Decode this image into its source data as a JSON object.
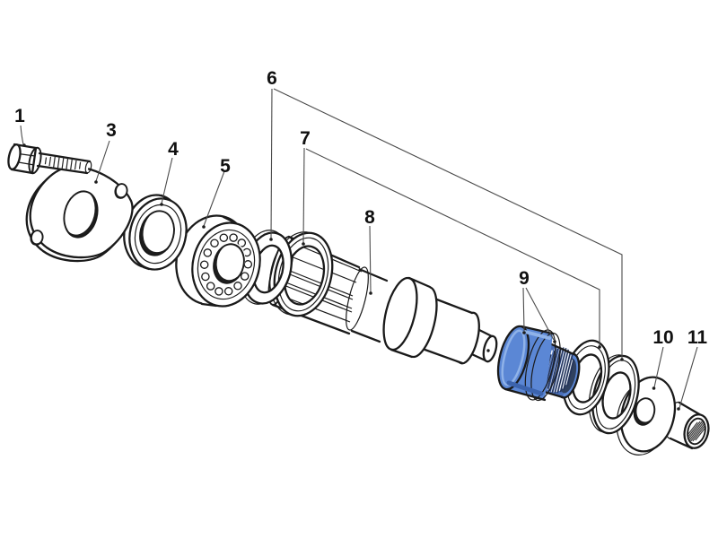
{
  "diagram": {
    "part_labels": [
      {
        "text": "1"
      },
      {
        "text": "3"
      },
      {
        "text": "4"
      },
      {
        "text": "5"
      },
      {
        "text": "6"
      },
      {
        "text": "7"
      },
      {
        "text": "8"
      },
      {
        "text": "9"
      },
      {
        "text": "10"
      },
      {
        "text": "11"
      }
    ],
    "highlighted_part_label": "9",
    "colors": {
      "line": "#1a1a1a",
      "leader": "#4b4b4b",
      "background": "#ffffff",
      "highlight": "#5b87d5",
      "highlight-dark": "#3c64ae",
      "highlight-light": "#8fb2e8"
    }
  }
}
